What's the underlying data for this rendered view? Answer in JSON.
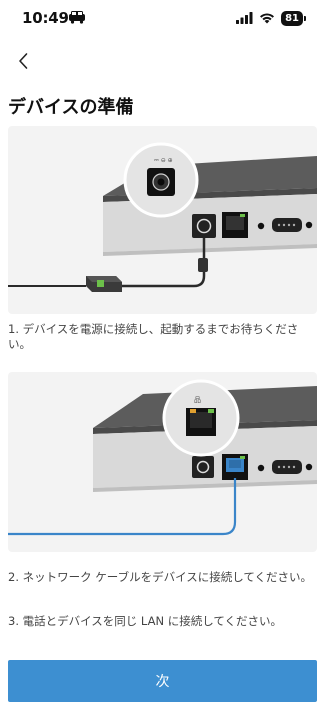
{
  "status": {
    "time": "10:49",
    "battery": "81"
  },
  "header": {
    "title": "デバイスの準備"
  },
  "steps": [
    {
      "text": "1. デバイスを電源に接続し、起動するまでお待ちください。"
    },
    {
      "text": "2. ネットワーク ケーブルをデバイスに接続してください。"
    },
    {
      "text": "3. 電話とデバイスを同じ LAN に接続してください。"
    }
  ],
  "footer": {
    "next_label": "次"
  },
  "colors": {
    "accent": "#3d8fd1",
    "cable": "#3a85c9"
  },
  "icons": {
    "back": "chevron-left-icon",
    "signal": "signal-icon",
    "wifi": "wifi-icon",
    "battery": "battery-icon",
    "car": "car-icon"
  }
}
